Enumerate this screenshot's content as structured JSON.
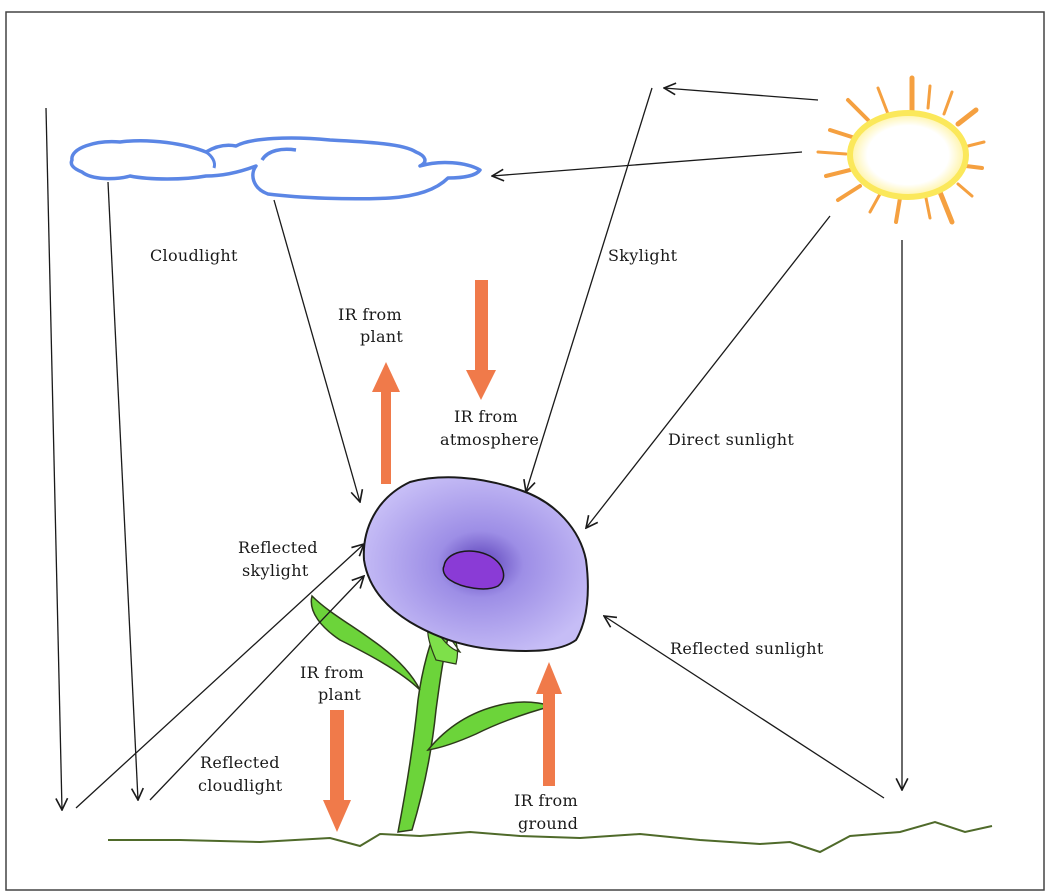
{
  "labels": {
    "cloudlight": "Cloudlight",
    "skylight": "Skylight",
    "ir_plant_top_1": "IR from",
    "ir_plant_top_2": "plant",
    "ir_atmosphere_1": "IR from",
    "ir_atmosphere_2": "atmosphere",
    "direct_sunlight": "Direct sunlight",
    "reflected_skylight_1": "Reflected",
    "reflected_skylight_2": "skylight",
    "reflected_sunlight": "Reflected sunlight",
    "ir_plant_bottom_1": "IR from",
    "ir_plant_bottom_2": "plant",
    "reflected_cloudlight_1": "Reflected",
    "reflected_cloudlight_2": "cloudlight",
    "ir_ground_1": "IR from",
    "ir_ground_2": "ground"
  },
  "colors": {
    "frame": "#444444",
    "light_arrow": "#1a1a1a",
    "ir_arrow": "#f07a4a",
    "cloud_outline": "#5b86e5",
    "sun_core": "#ffee66",
    "sun_rays": "#f5a040",
    "flower_petal": "#b8aef0",
    "flower_center": "#8a3bd6",
    "stem": "#6cd43a",
    "ground": "#4f6a2a"
  }
}
